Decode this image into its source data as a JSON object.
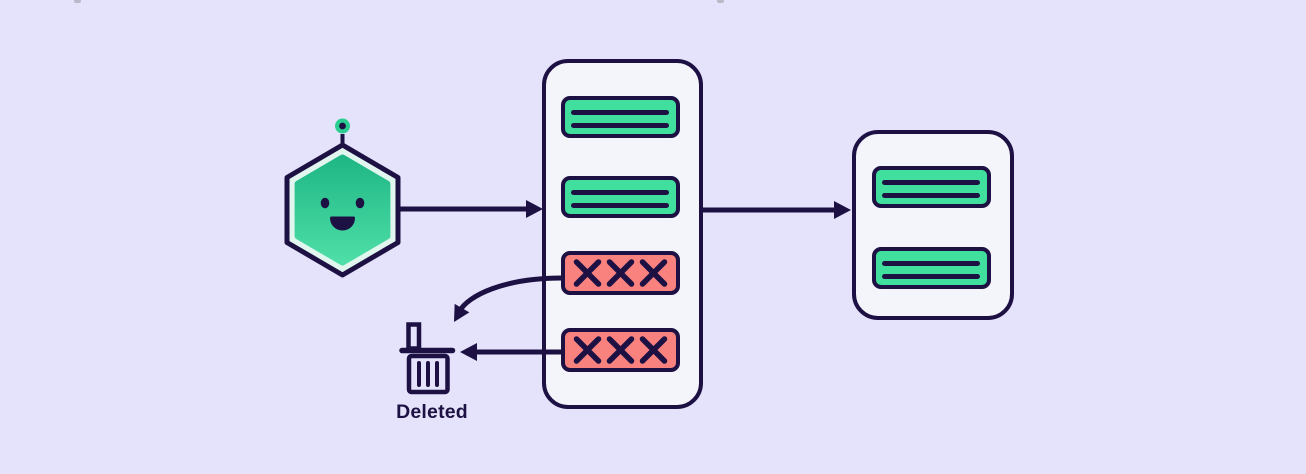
{
  "theme": {
    "bg": "#E5E3FB",
    "ink": "#1D1144",
    "panel": "#F4F4FB",
    "green": "#40DF9D",
    "red": "#F9827E",
    "mint": "#E2F6F0",
    "greenDark": "#1FB785",
    "greenLight": "#4EDEA7",
    "ball": "#2BCE90"
  },
  "labels": {
    "deleted": "Deleted"
  },
  "icons": {
    "bot": "robot-hexagon-bot-icon",
    "trash": "trash-can-icon",
    "arrow_bot_to_source": "arrow-right-icon",
    "arrow_source_to_result": "arrow-right-icon",
    "arrow_curved_to_trash": "arrow-curved-down-left-icon",
    "arrow_straight_to_trash": "arrow-left-icon"
  },
  "source_panel": {
    "records": [
      {
        "status": "kept"
      },
      {
        "status": "kept"
      },
      {
        "status": "deleted"
      },
      {
        "status": "deleted"
      }
    ]
  },
  "result_panel": {
    "records": [
      {
        "status": "kept"
      },
      {
        "status": "kept"
      }
    ]
  }
}
